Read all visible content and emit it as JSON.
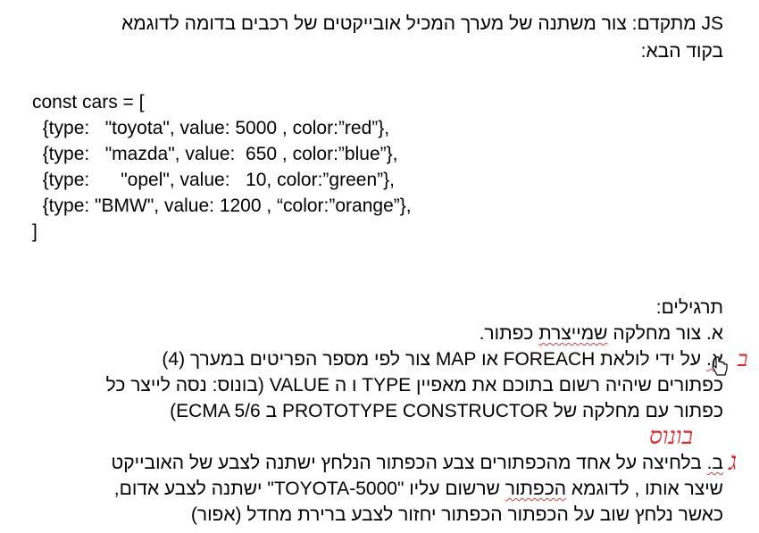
{
  "intro": {
    "line1": "JS מתקדם: צור משתנה של מערך המכיל  אובייקטים של רכבים בדומה לדוגמא",
    "line2": "בקוד הבא:"
  },
  "code": {
    "lines": [
      "const cars = [",
      "  {type:   \"toyota\", value: 5000 , color:”red”},",
      "  {type:   \"mazda\", value:  650 , color:”blue”},",
      "  {type:      \"opel\", value:   10, color:”green”},",
      "  {type: \"BMW\", value: 1200 , “color:”orange”},",
      "]"
    ]
  },
  "exercises": {
    "heading": "תרגילים:",
    "a1": {
      "before": "א. צור מחלקה ",
      "squiggle": "שמייצרת",
      "after": " כפתור."
    },
    "a2": {
      "marker": "א.",
      "line1": " על ידי לולאת  FOREACH או MAP  צור לפי מספר הפריטים במערך (4)",
      "line2": "כפתורים שיהיה רשום בתוכם את מאפיין TYPE ו ה VALUE (בונוס: נסה לייצר כל",
      "line3": "כפתור עם מחלקה של PROTOTYPE CONSTRUCTOR ב ECMA 5/6)"
    },
    "b": {
      "marker": "ב.",
      "line1": " בלחיצה על אחד מהכפתורים צבע הכפתור הנלחץ ישתנה לצבע של האובייקט",
      "line2_before": "שיצר אותו , לדוגמא  ",
      "line2_squiggle": "הכפתור",
      "line2_after": " שרשום עליו \"TOYOTA-5000\" ישתנה לצבע אדום,",
      "line3": "כאשר נלחץ שוב על הכפתור הכפתור יחזור לצבע ברירת מחדל (אפור)"
    }
  },
  "annotations": {
    "mark_a": "ב",
    "mark_bonus": "בונוס",
    "mark_b": "ג",
    "ink_color": "#e2232b"
  }
}
